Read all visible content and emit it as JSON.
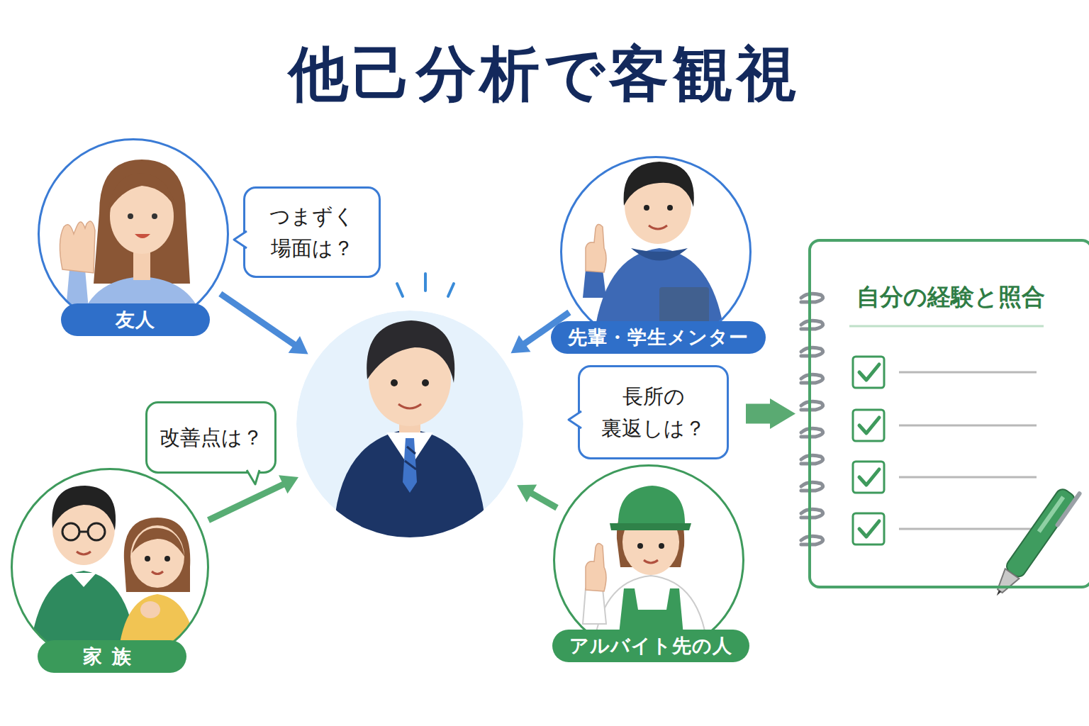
{
  "diagram": {
    "title": "他己分析で客観視",
    "nodes": [
      {
        "text": [
          "友人"
        ]
      },
      {
        "text": [
          "つまずく 場面は？"
        ]
      },
      {
        "text": []
      },
      {
        "text": [
          "先輩・学生メンター"
        ]
      },
      {
        "text": [
          "長所の 裏返しは？"
        ]
      },
      {
        "text": [
          "自分の経験と照合"
        ]
      },
      {
        "text": [
          "改善点は？"
        ]
      },
      {
        "text": [
          "家族"
        ]
      },
      {
        "text": [
          "アルバイト先の人"
        ]
      }
    ],
    "edges": [
      {
        "from": 0,
        "to": 2,
        "arrow": "to"
      },
      {
        "from": 3,
        "to": 2,
        "arrow": "to"
      },
      {
        "from": 7,
        "to": 2,
        "arrow": "to"
      },
      {
        "from": 8,
        "to": 2,
        "arrow": "to"
      },
      {
        "from": 4,
        "to": 5,
        "arrow": "to"
      }
    ]
  }
}
